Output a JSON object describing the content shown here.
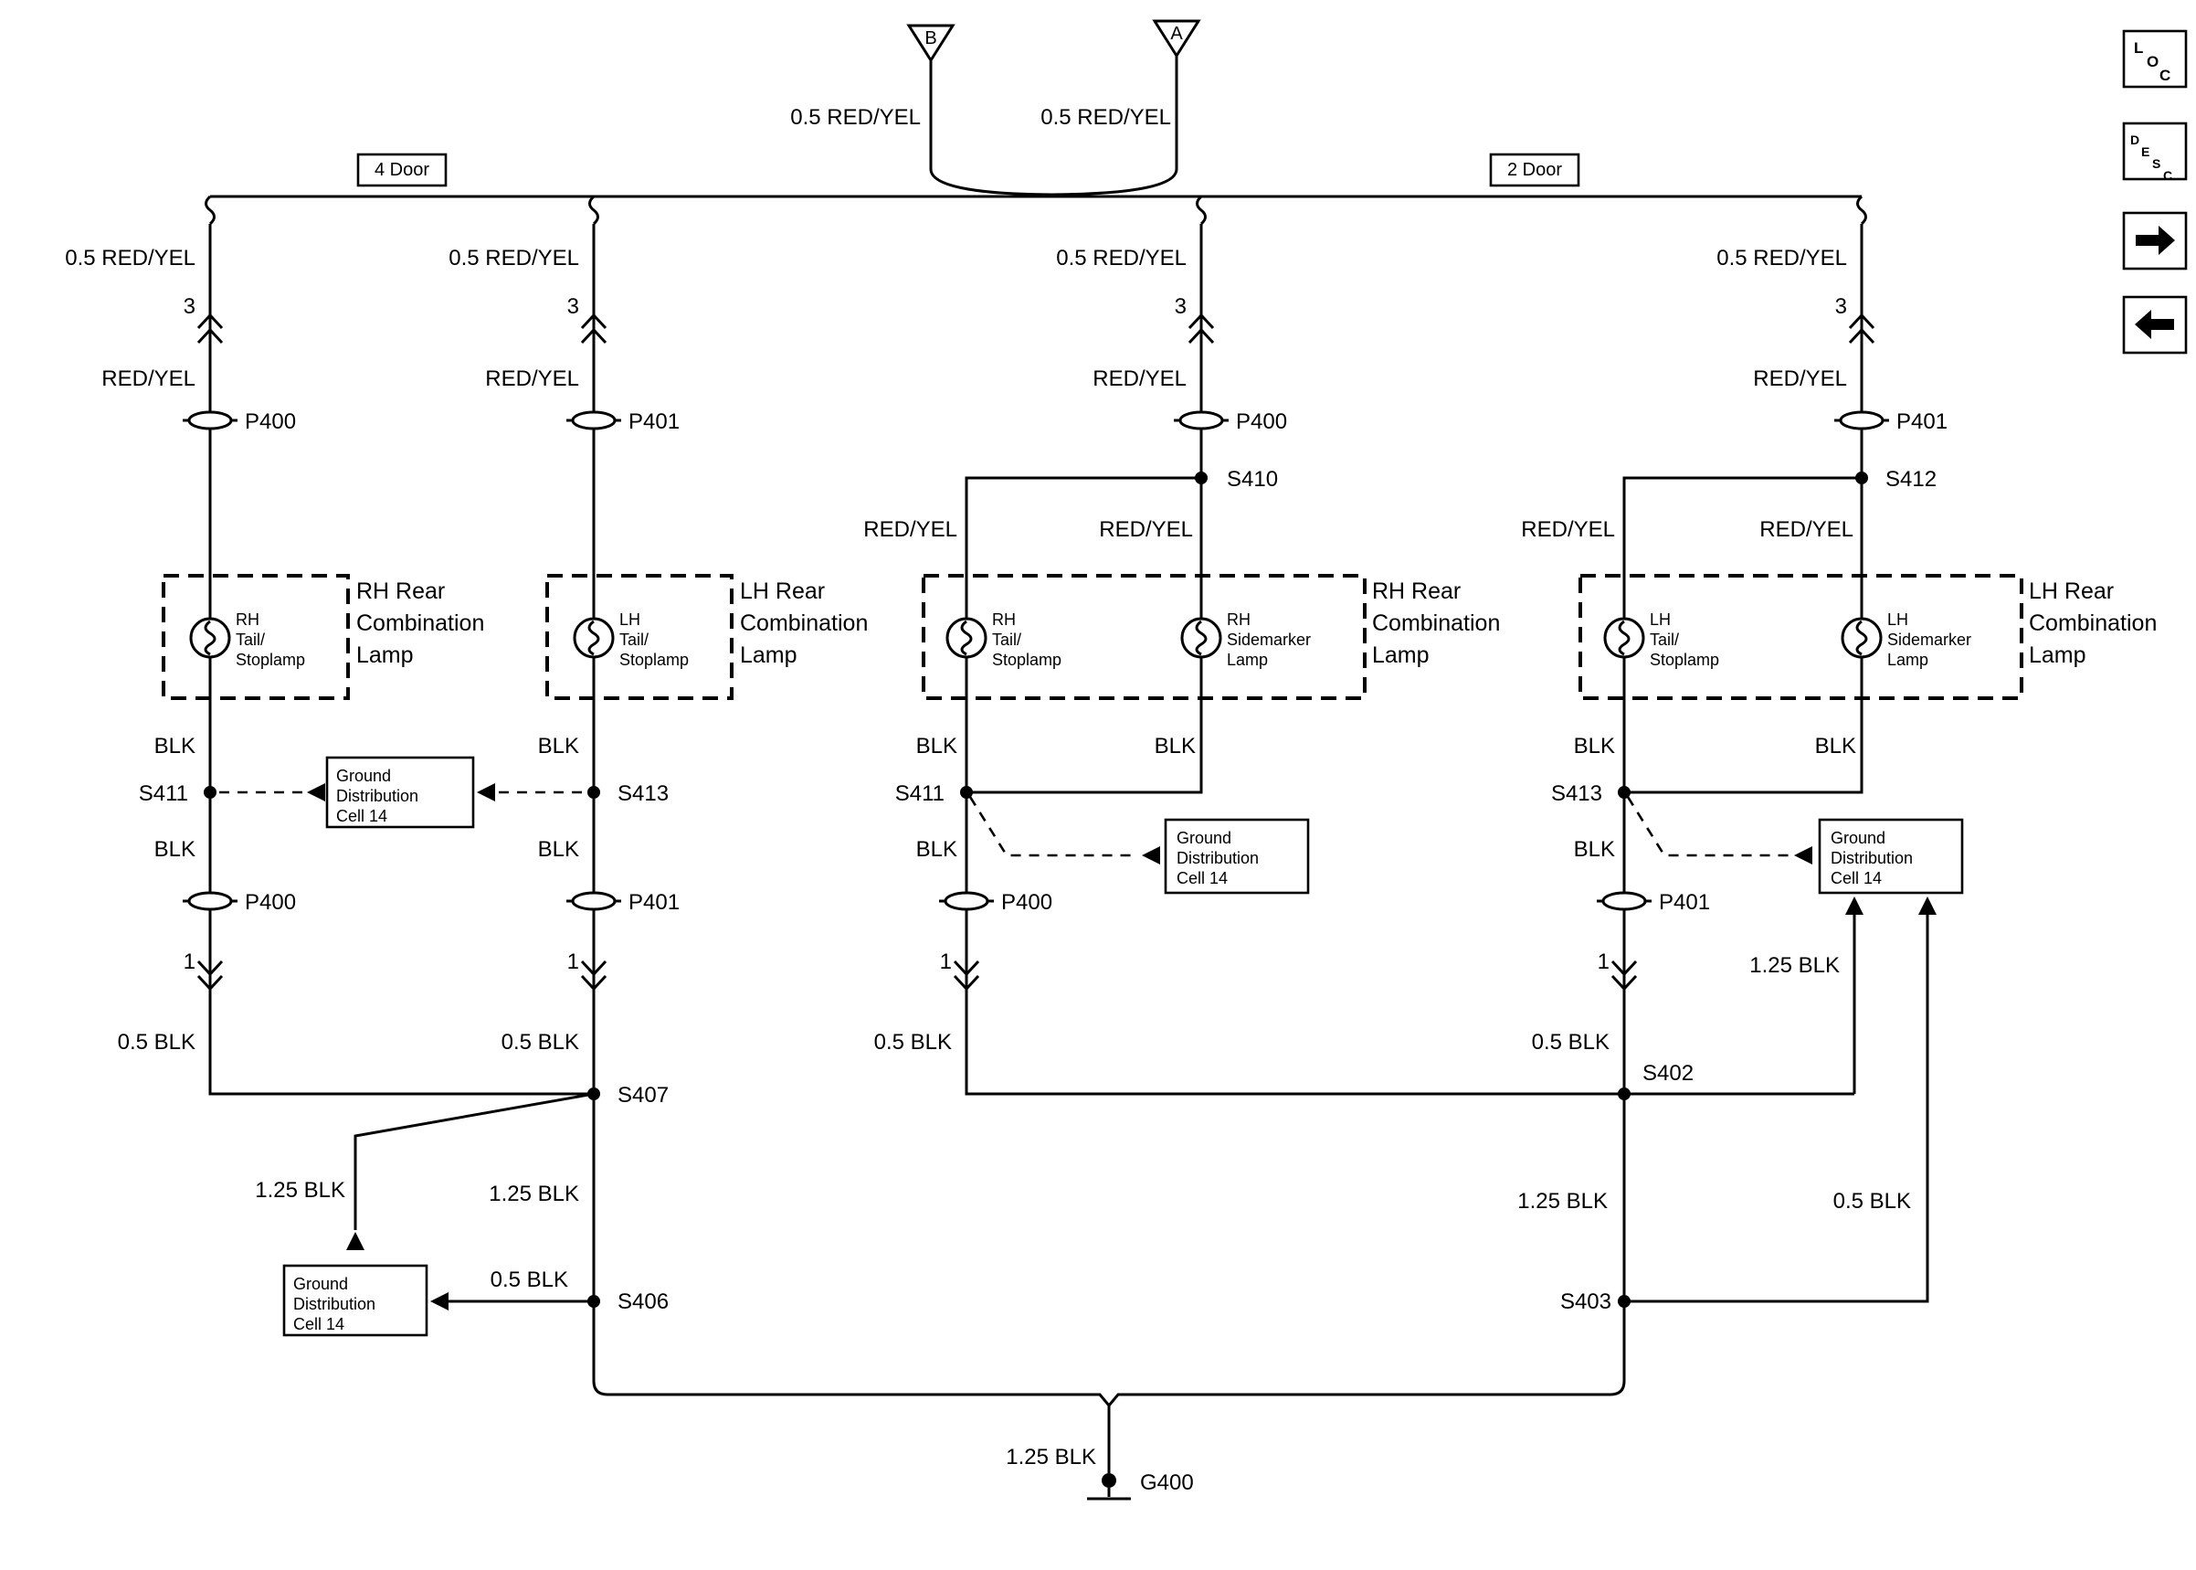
{
  "top": {
    "triangle_b": "B",
    "triangle_a": "A",
    "wire_b": "0.5 RED/YEL",
    "wire_a": "0.5 RED/YEL",
    "group_left": "4 Door",
    "group_right": "2 Door"
  },
  "nav": {
    "loc": {
      "l1": "L",
      "l2": "O",
      "l3": "C"
    },
    "desc": {
      "d1": "D",
      "d2": "E",
      "d3": "S",
      "d4": "C"
    }
  },
  "ground_box": {
    "l1": "Ground",
    "l2": "Distribution",
    "l3": "Cell 14"
  },
  "b1": {
    "feed": "0.5 RED/YEL",
    "pin3": "3",
    "wire": "RED/YEL",
    "conn_top": "P400",
    "lamp_l1": "RH",
    "lamp_l2": "Tail/",
    "lamp_l3": "Stoplamp",
    "box_l1": "RH Rear",
    "box_l2": "Combination",
    "box_l3": "Lamp",
    "blk1": "BLK",
    "splice": "S411",
    "blk2": "BLK",
    "conn_bot": "P400",
    "pin1": "1",
    "out": "0.5 BLK"
  },
  "b2": {
    "feed": "0.5 RED/YEL",
    "pin3": "3",
    "wire": "RED/YEL",
    "conn_top": "P401",
    "lamp_l1": "LH",
    "lamp_l2": "Tail/",
    "lamp_l3": "Stoplamp",
    "box_l1": "LH Rear",
    "box_l2": "Combination",
    "box_l3": "Lamp",
    "blk1": "BLK",
    "splice": "S413",
    "blk2": "BLK",
    "conn_bot": "P401",
    "pin1": "1",
    "out": "0.5 BLK"
  },
  "b3": {
    "feed": "0.5 RED/YEL",
    "pin3": "3",
    "wire": "RED/YEL",
    "conn_top": "P400",
    "splice_top": "S410",
    "wire_left": "RED/YEL",
    "wire_right": "RED/YEL",
    "lamp1_l1": "RH",
    "lamp1_l2": "Tail/",
    "lamp1_l3": "Stoplamp",
    "lamp2_l1": "RH",
    "lamp2_l2": "Sidemarker",
    "lamp2_l3": "Lamp",
    "box_l1": "RH Rear",
    "box_l2": "Combination",
    "box_l3": "Lamp",
    "blk1": "BLK",
    "blk1b": "BLK",
    "splice": "S411",
    "blk2": "BLK",
    "conn_bot": "P400",
    "pin1": "1",
    "out": "0.5 BLK"
  },
  "b4": {
    "feed": "0.5 RED/YEL",
    "pin3": "3",
    "wire": "RED/YEL",
    "conn_top": "P401",
    "splice_top": "S412",
    "wire_left": "RED/YEL",
    "wire_right": "RED/YEL",
    "lamp1_l1": "LH",
    "lamp1_l2": "Tail/",
    "lamp1_l3": "Stoplamp",
    "lamp2_l1": "LH",
    "lamp2_l2": "Sidemarker",
    "lamp2_l3": "Lamp",
    "box_l1": "LH Rear",
    "box_l2": "Combination",
    "box_l3": "Lamp",
    "blk1": "BLK",
    "blk1b": "BLK",
    "splice": "S413",
    "blk2": "BLK",
    "conn_bot": "P401",
    "pin1": "1",
    "out": "0.5 BLK"
  },
  "bottom_left": {
    "s407": "S407",
    "stub_wire": "1.25 BLK",
    "main_wire": "1.25 BLK",
    "s406_wire": "0.5 BLK",
    "s406": "S406"
  },
  "bottom_right": {
    "s402": "S402",
    "drop_left_wire": "1.25 BLK",
    "main_wire": "1.25 BLK",
    "drop_right_wire": "0.5 BLK",
    "s403": "S403"
  },
  "ground": {
    "wire": "1.25 BLK",
    "label": "G400"
  }
}
